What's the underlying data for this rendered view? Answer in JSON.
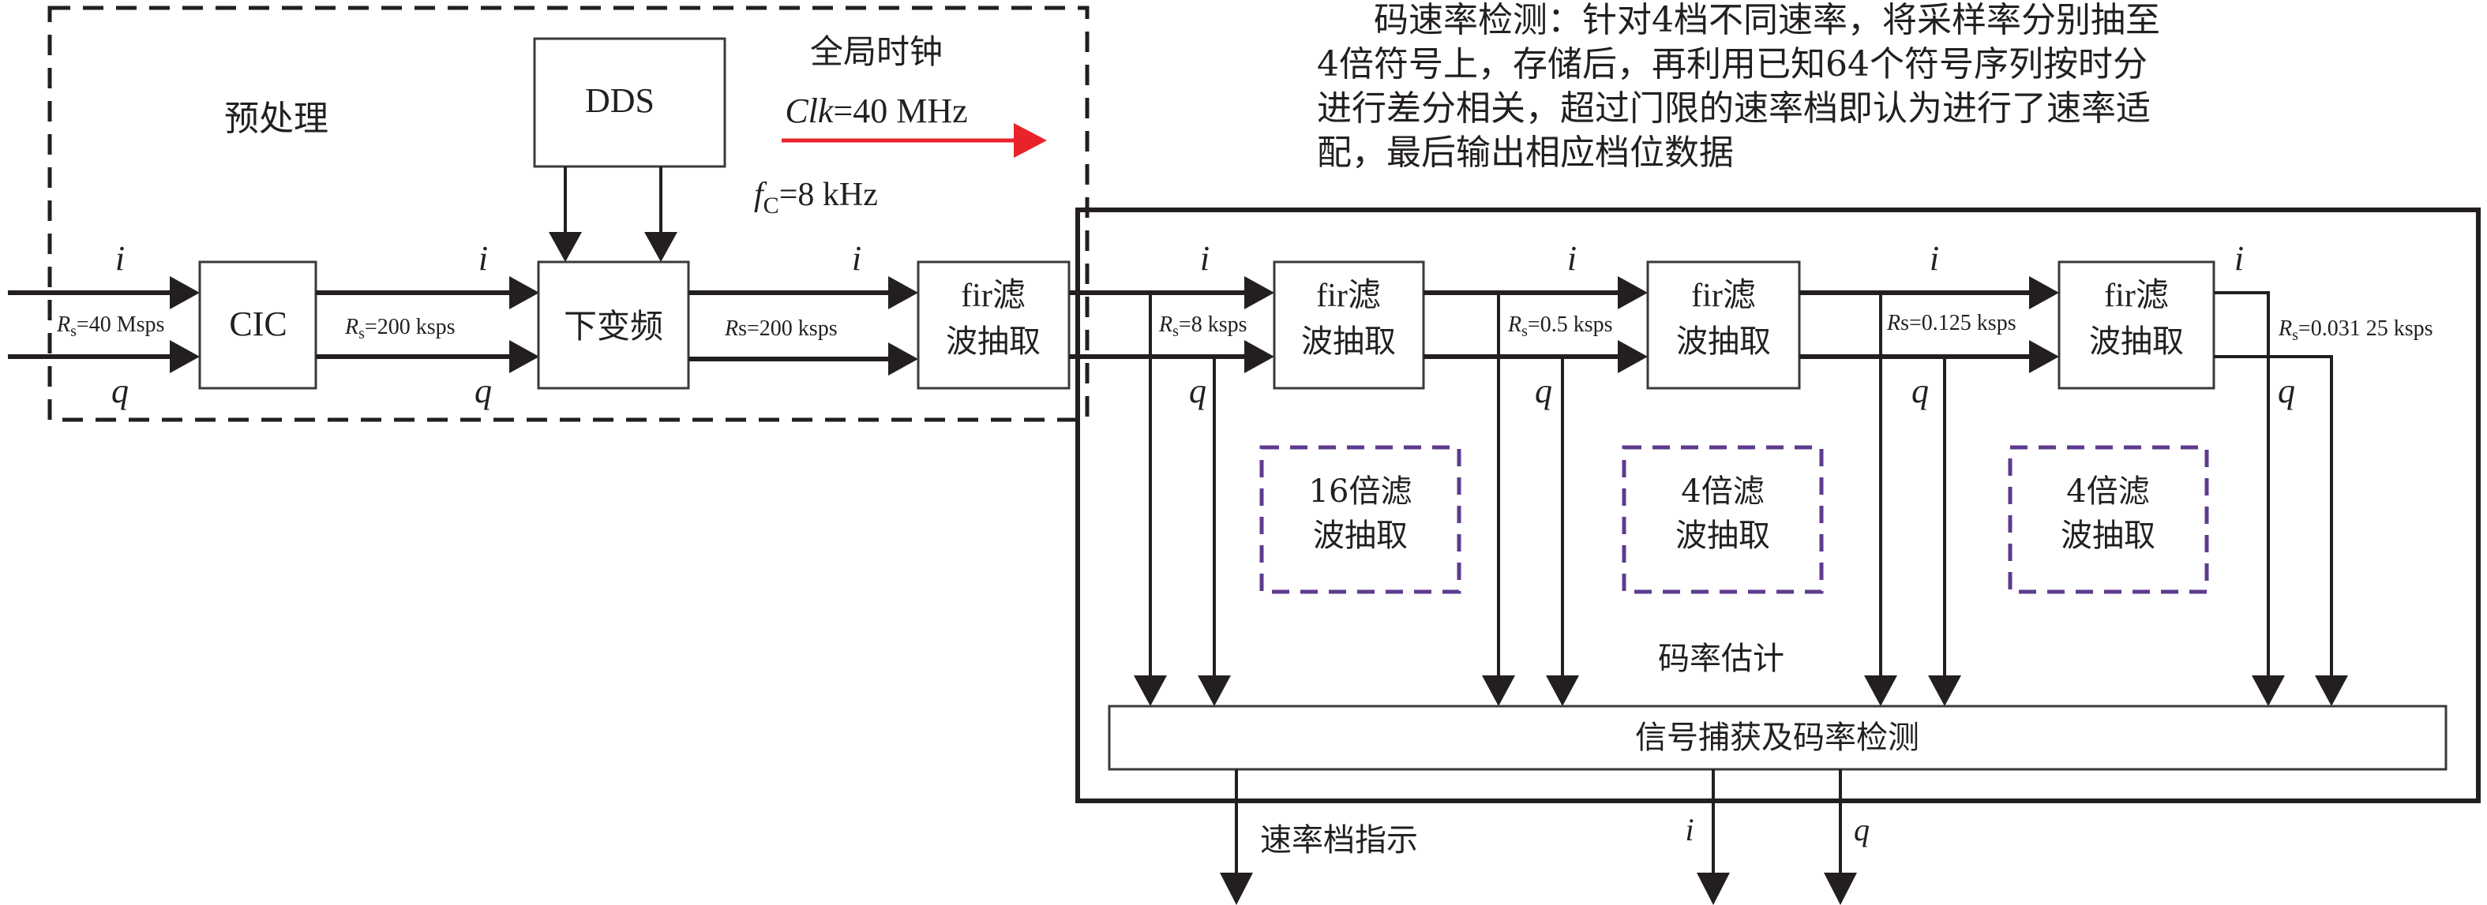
{
  "colors": {
    "clock_arrow": "#e8232a",
    "decimation_box_border": "#5e3b8e",
    "line": "#231f20"
  },
  "preprocessing": {
    "label": "预处理",
    "global_clock_label": "全局时钟",
    "clock_var": "Clk",
    "clock_value": "=40 MHz",
    "fc_var": "f",
    "fc_sub": "C",
    "fc_value": "=8 kHz"
  },
  "blocks": {
    "dds": "DDS",
    "cic": "CIC",
    "downconvert": "下变频",
    "fir_line1": "fir滤",
    "fir_line2": "波抽取",
    "detector": "信号捕获及码率检测"
  },
  "signals": {
    "i": "i",
    "q": "q"
  },
  "rates": [
    {
      "var": "R",
      "sub": "s",
      "value": "=40 Msps"
    },
    {
      "var": "R",
      "sub": "s",
      "value": "=200 ksps"
    },
    {
      "var": "R",
      "sub": "s",
      "value": "=200 ksps",
      "inline_sub": true
    },
    {
      "var": "R",
      "sub": "s",
      "value": "=8 ksps"
    },
    {
      "var": "R",
      "sub": "s",
      "value": "=0.5 ksps"
    },
    {
      "var": "R",
      "sub": "s",
      "value": "=0.125 ksps",
      "inline_sub": true
    },
    {
      "var": "R",
      "sub": "s",
      "value": "=0.031 25 ksps"
    }
  ],
  "decimation_groups": [
    {
      "line1": "16倍滤",
      "line2": "波抽取"
    },
    {
      "line1": "4倍滤",
      "line2": "波抽取"
    },
    {
      "line1": "4倍滤",
      "line2": "波抽取"
    }
  ],
  "rate_estimation_label": "码率估计",
  "output_labels": {
    "rate_indicator": "速率档指示",
    "i": "i",
    "q": "q"
  },
  "description": {
    "lines": [
      "码速率检测：针对4档不同速率，将采样率分别抽至",
      "4倍符号上，存储后，再利用已知64个符号序列按时分",
      "进行差分相关，超过门限的速率档即认为进行了速率适",
      "配，最后输出相应档位数据"
    ]
  }
}
